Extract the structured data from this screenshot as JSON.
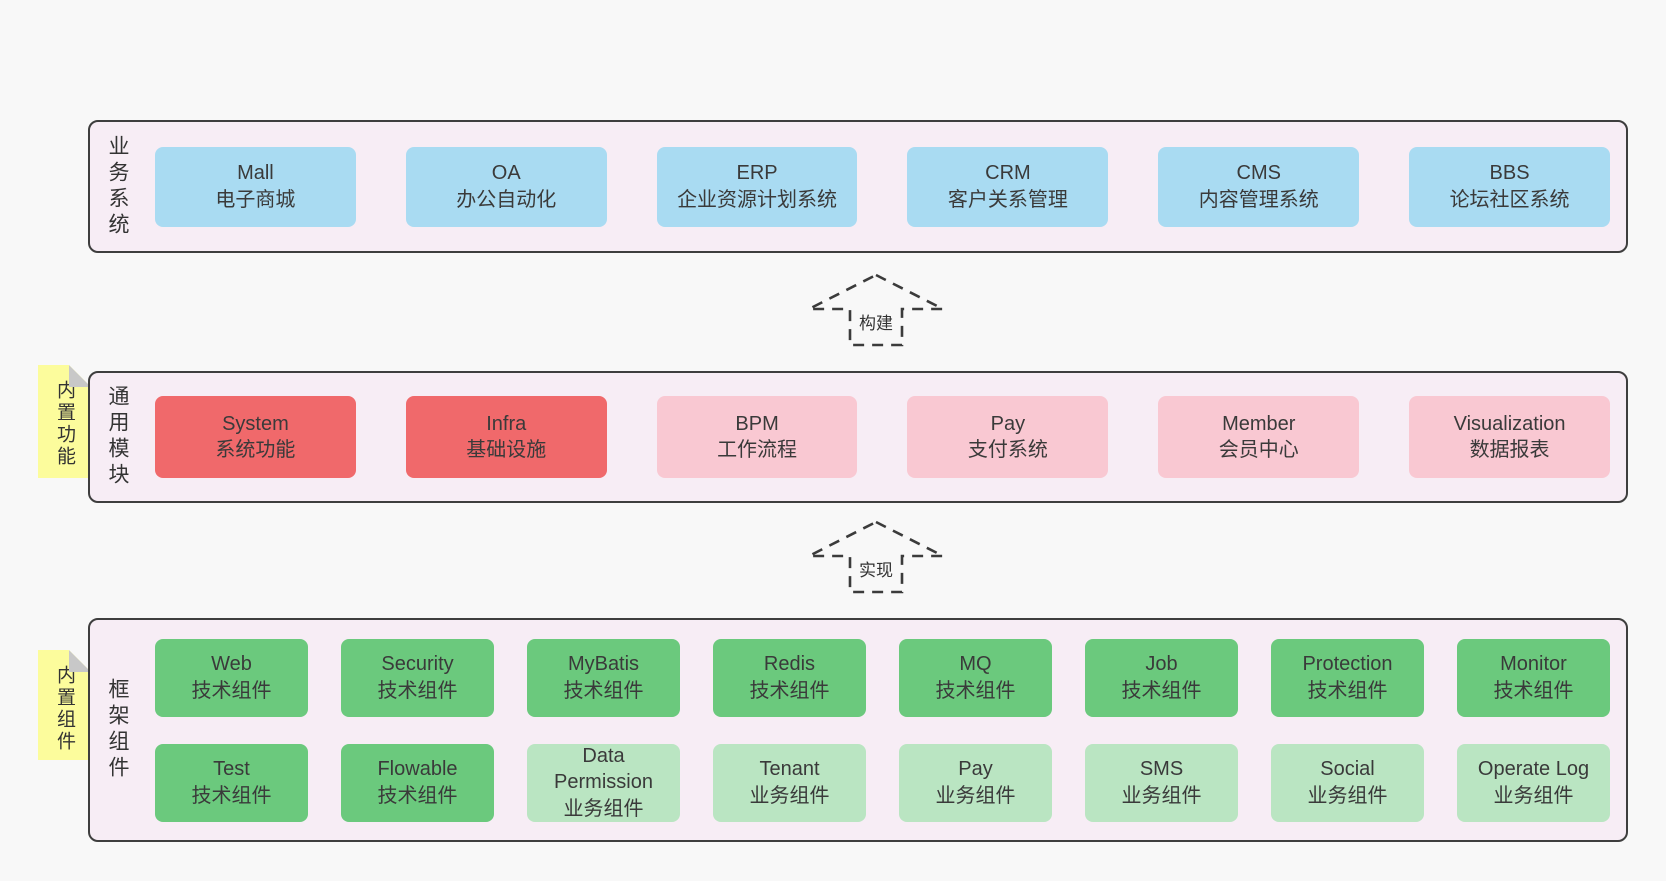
{
  "colors": {
    "page_background": "#f8f8f8",
    "container_background": "#f7edf5",
    "container_border": "#3e3e3e",
    "blue_box": "#a9dbf2",
    "red_box": "#f0696b",
    "pink_box": "#f9c8d2",
    "green_box": "#6bc97d",
    "light_green_box": "#bae5c2",
    "note_yellow": "#fcfc9c",
    "note_fold_gray": "#c8c8c8",
    "text": "#3a3a3a"
  },
  "sections": {
    "business": {
      "label": "业务系统",
      "boxes": [
        {
          "name": "Mall",
          "desc": "电子商城"
        },
        {
          "name": "OA",
          "desc": "办公自动化"
        },
        {
          "name": "ERP",
          "desc": "企业资源计划系统"
        },
        {
          "name": "CRM",
          "desc": "客户关系管理"
        },
        {
          "name": "CMS",
          "desc": "内容管理系统"
        },
        {
          "name": "BBS",
          "desc": "论坛社区系统"
        }
      ]
    },
    "modules": {
      "label": "通用模块",
      "note": "内置功能",
      "boxes": [
        {
          "name": "System",
          "desc": "系统功能"
        },
        {
          "name": "Infra",
          "desc": "基础设施"
        },
        {
          "name": "BPM",
          "desc": "工作流程"
        },
        {
          "name": "Pay",
          "desc": "支付系统"
        },
        {
          "name": "Member",
          "desc": "会员中心"
        },
        {
          "name": "Visualization",
          "desc": "数据报表"
        }
      ]
    },
    "components": {
      "label": "框架组件",
      "note": "内置组件",
      "row1": [
        {
          "name": "Web",
          "desc": "技术组件"
        },
        {
          "name": "Security",
          "desc": "技术组件"
        },
        {
          "name": "MyBatis",
          "desc": "技术组件"
        },
        {
          "name": "Redis",
          "desc": "技术组件"
        },
        {
          "name": "MQ",
          "desc": "技术组件"
        },
        {
          "name": "Job",
          "desc": "技术组件"
        },
        {
          "name": "Protection",
          "desc": "技术组件"
        },
        {
          "name": "Monitor",
          "desc": "技术组件"
        }
      ],
      "row2": [
        {
          "name": "Test",
          "desc": "技术组件"
        },
        {
          "name": "Flowable",
          "desc": "技术组件"
        },
        {
          "name": "Data Permission",
          "desc": "业务组件"
        },
        {
          "name": "Tenant",
          "desc": "业务组件"
        },
        {
          "name": "Pay",
          "desc": "业务组件"
        },
        {
          "name": "SMS",
          "desc": "业务组件"
        },
        {
          "name": "Social",
          "desc": "业务组件"
        },
        {
          "name": "Operate Log",
          "desc": "业务组件"
        }
      ]
    }
  },
  "arrows": [
    {
      "label": "构建"
    },
    {
      "label": "实现"
    }
  ]
}
